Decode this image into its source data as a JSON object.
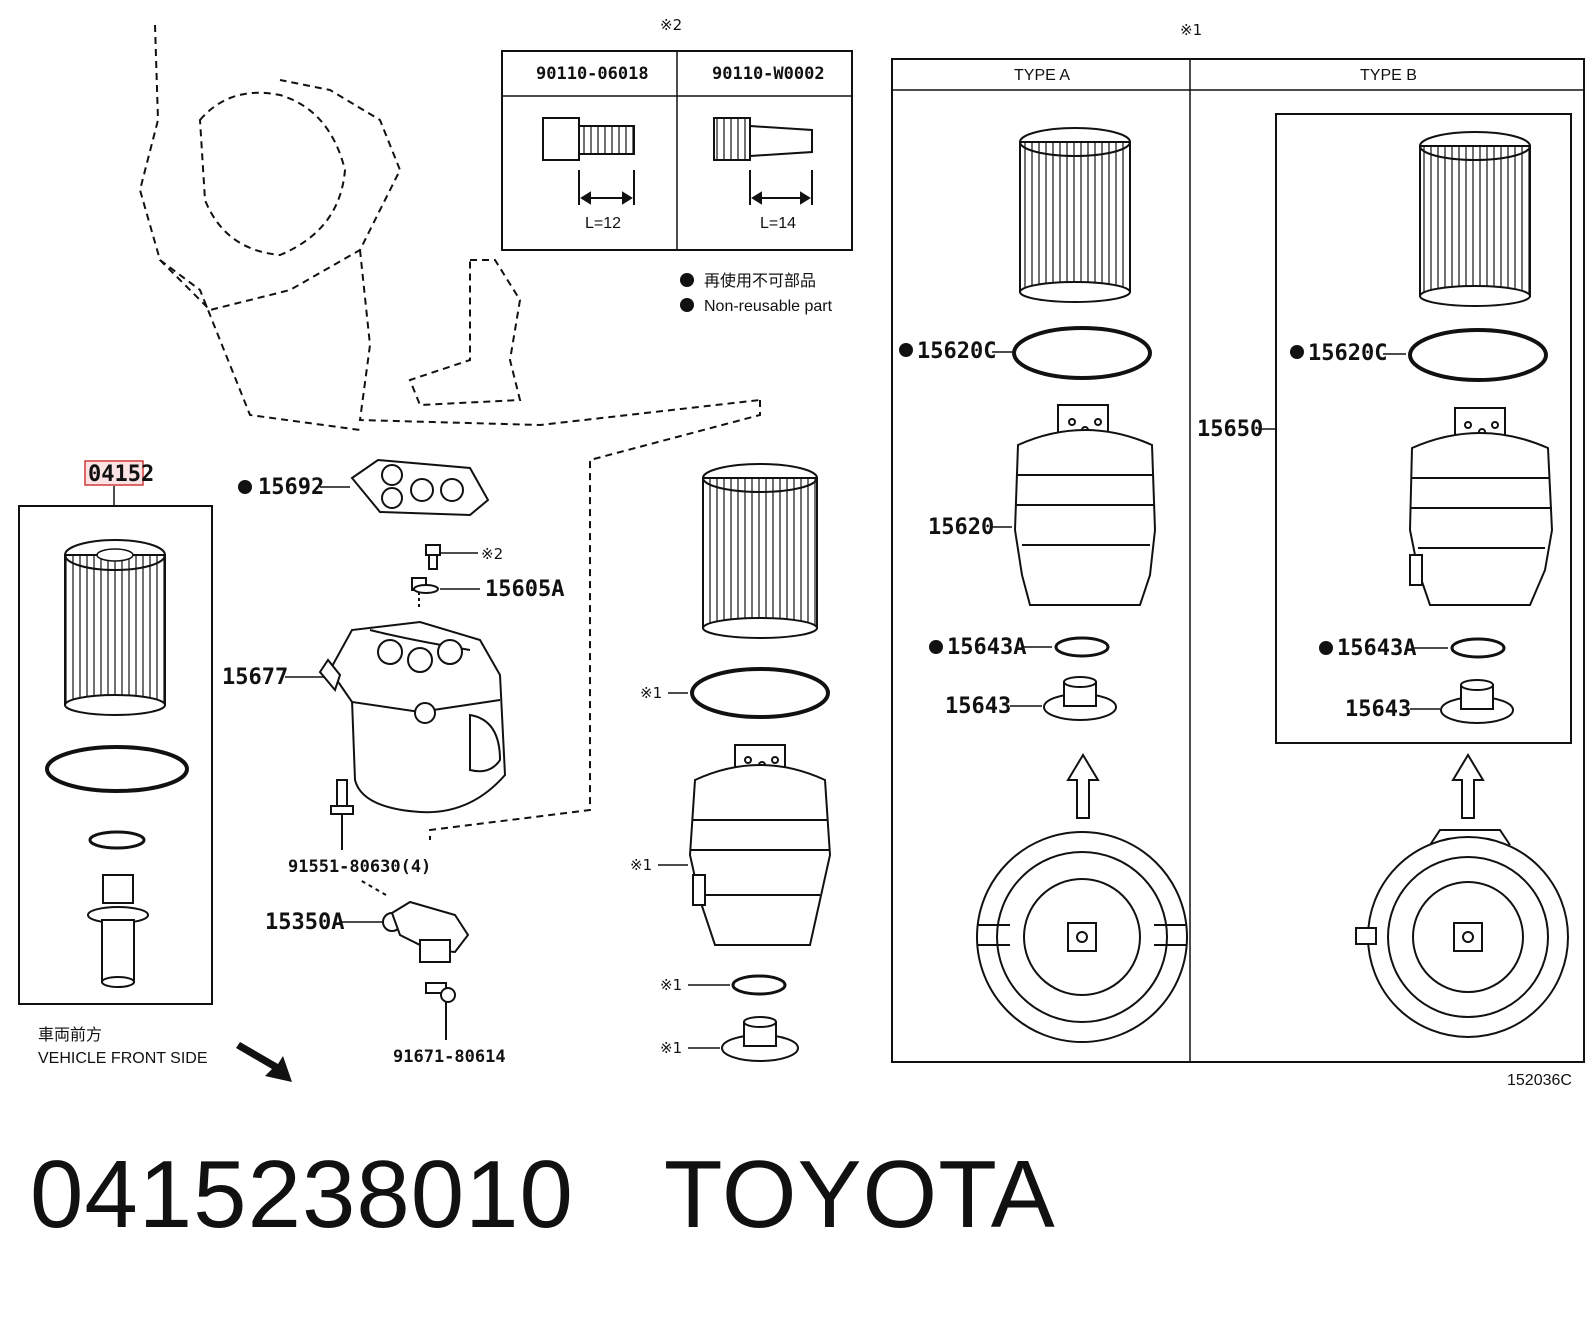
{
  "highlighted_part": "04152",
  "labels": {
    "p15692": "15692",
    "p15605A": "15605A",
    "p15677": "15677",
    "p91551": "91551-80630(4)",
    "p15350A": "15350A",
    "p91671": "91671-80614",
    "note2_ref": "※2",
    "note1_ref": "※1"
  },
  "bolt_table": {
    "mark": "※2",
    "columns": [
      {
        "part": "90110-06018",
        "length": "L=12"
      },
      {
        "part": "90110-W0002",
        "length": "L=14"
      }
    ]
  },
  "legend": {
    "line1": "再使用不可部品",
    "line2": "Non-reusable part"
  },
  "type_box": {
    "mark": "※1",
    "type_a": {
      "title": "TYPE A",
      "parts": {
        "oring": "15620C",
        "cap": "15620",
        "oring_small": "15643A",
        "plug": "15643"
      }
    },
    "type_b": {
      "title": "TYPE B",
      "parts": {
        "assy": "15650",
        "oring": "15620C",
        "oring_small": "15643A",
        "plug": "15643"
      }
    }
  },
  "middle_marks": [
    "※1",
    "※1",
    "※1",
    "※1"
  ],
  "front": {
    "jp": "車両前方",
    "en": "VEHICLE FRONT SIDE"
  },
  "figure_id": "152036C",
  "caption": {
    "part_number": "0415238010",
    "brand": "TOYOTA"
  },
  "colors": {
    "highlight": "#d23a3a",
    "ink": "#111111"
  }
}
